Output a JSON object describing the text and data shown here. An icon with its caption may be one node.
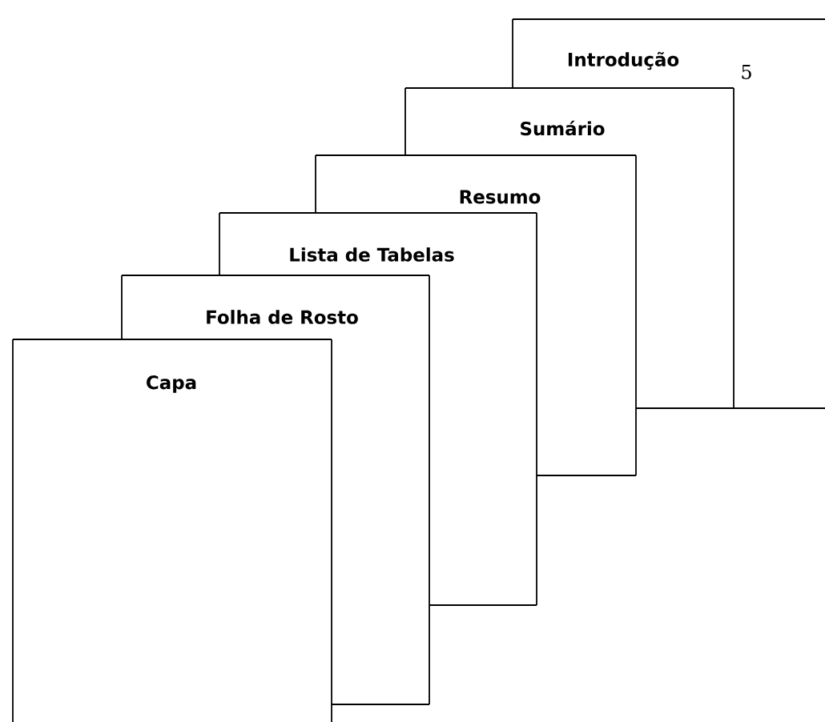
{
  "diagram": {
    "nodes": [
      {
        "text": [
          "Introdução"
        ]
      },
      {
        "text": [
          "Sumário"
        ]
      },
      {
        "text": [
          "Resumo"
        ]
      },
      {
        "text": [
          "Lista de Tabelas"
        ]
      },
      {
        "text": [
          "Folha de Rosto"
        ]
      },
      {
        "text": [
          "Capa"
        ]
      }
    ],
    "labels": [
      "5"
    ]
  }
}
